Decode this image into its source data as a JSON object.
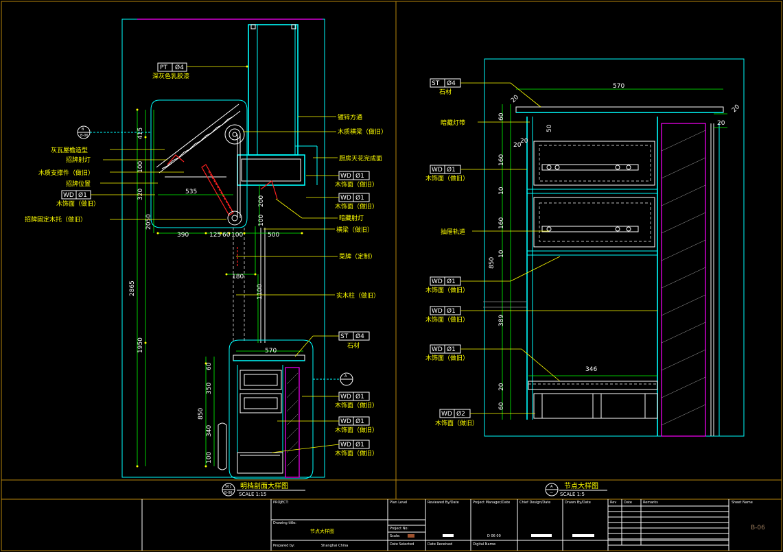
{
  "colors": {
    "background": "#000000",
    "outline": "#00ffff",
    "annotation": "#ffff00",
    "detail": "#ffffff",
    "accent": "#ff00ff",
    "frame": "#b8860b",
    "section_marker": "#ff2020"
  },
  "left_view": {
    "title": "明档剖面大样图",
    "scale": "SCALE 1:15",
    "marker": "S01",
    "marker_sub": "B-06",
    "tags": [
      {
        "code": "PT",
        "num": "Ø4",
        "label": "深灰色乳胶漆"
      },
      {
        "code": "WD",
        "num": "Ø1",
        "label": "木饰面（做旧）"
      },
      {
        "code": "WD",
        "num": "Ø1",
        "label": "木饰面（做旧）"
      },
      {
        "code": "WD",
        "num": "Ø1",
        "label": "木饰面（做旧）"
      },
      {
        "code": "ST",
        "num": "Ø4",
        "label": "石材"
      },
      {
        "code": "WD",
        "num": "Ø1",
        "label": "木饰面（做旧）"
      },
      {
        "code": "WD",
        "num": "Ø1",
        "label": "木饰面（做旧）"
      },
      {
        "code": "WD",
        "num": "Ø1",
        "label": "木饰面（做旧）"
      }
    ],
    "left_notes": [
      "灰瓦屋檐造型",
      "招牌射灯",
      "木质支撑件（做旧）",
      "招牌位置",
      "招牌固定木托（做旧）"
    ],
    "right_notes": [
      "镀锌方通",
      "木质横梁（做旧）",
      "厨房天花完成面",
      "暗藏射灯",
      "横梁（做旧）",
      "菜牌（定制）",
      "实木柱（做旧）"
    ],
    "dims": [
      "415",
      "100",
      "535",
      "320",
      "2050",
      "2865",
      "1950",
      "390",
      "125",
      "60",
      "100",
      "500",
      "200",
      "100",
      "180",
      "1100",
      "570",
      "60",
      "350",
      "850",
      "340",
      "100"
    ]
  },
  "right_view": {
    "title": "节点大样图",
    "scale": "SCALE 1:5",
    "marker": "A",
    "marker_sub": "—",
    "tags": [
      {
        "code": "ST",
        "num": "Ø4",
        "label": "石材"
      },
      {
        "code": "WD",
        "num": "Ø1",
        "label": "木饰面（做旧）"
      },
      {
        "code": "WD",
        "num": "Ø1",
        "label": "木饰面（做旧）"
      },
      {
        "code": "WD",
        "num": "Ø1",
        "label": "木饰面（做旧）"
      },
      {
        "code": "WD",
        "num": "Ø1",
        "label": "木饰面（做旧）"
      },
      {
        "code": "WD",
        "num": "Ø2",
        "label": "木饰面（做旧）"
      }
    ],
    "left_notes": [
      "暗藏灯带",
      "抽屉轨道"
    ],
    "dims": [
      "570",
      "20",
      "20",
      "60",
      "50",
      "20",
      "20",
      "160",
      "10",
      "160",
      "10",
      "850",
      "389",
      "346",
      "20",
      "60",
      "20"
    ]
  },
  "title_block": {
    "project": "PROJECT:",
    "drawing_title_label": "Drawing title:",
    "drawing_title": "节点大样图",
    "project_no": "Project No:",
    "scale_label": "Scale:",
    "prepared_by": "Prepared by:",
    "location": "Shanghai China",
    "plan_level": "Plan Level",
    "date_selected": "Date Selected",
    "reviewed": "Reviewed By/Date",
    "date_received": "Date Received",
    "pm": "Project Manager/Date",
    "digital_name": "Digital Name:",
    "chief": "Chief Design/Date",
    "drawn": "Drawn By/Date",
    "rev": "Rev",
    "date": "Date",
    "remarks": "Remarks",
    "sheet_name": "Sheet Name",
    "sheet_number": "B-06",
    "mid_text": "D 06 00"
  }
}
